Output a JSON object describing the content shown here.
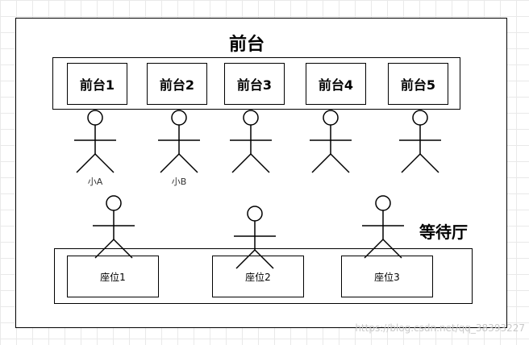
{
  "front": {
    "title": "前台",
    "desks": [
      "前台1",
      "前台2",
      "前台3",
      "前台4",
      "前台5"
    ],
    "people": [
      "小A",
      "小B",
      "",
      "",
      ""
    ]
  },
  "hall": {
    "title": "等待厅",
    "seats": [
      "座位1",
      "座位2",
      "座位3"
    ]
  },
  "watermark": "https://blog.csdn.net/qq_38393227"
}
